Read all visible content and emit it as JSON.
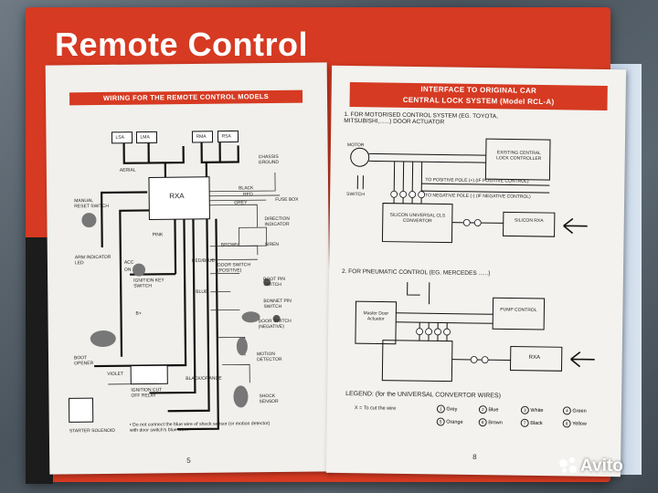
{
  "box": {
    "title": "Remote Control"
  },
  "left_page": {
    "heading": "WIRING FOR THE REMOTE CONTROL MODELS",
    "page_number": "5",
    "labels": {
      "lsa": "LSA",
      "lma": "LMA",
      "rma": "RMA",
      "rsa": "RSA",
      "aerial": "AERIAL",
      "rxa": "RXA",
      "chassis": "CHASSIS GROUND",
      "manual_reset": "MANUAL RESET SWITCH",
      "arm_led": "ARM INDICATOR LED",
      "ignition": "IGNITION KEY SWITCH",
      "acc": "ACC",
      "on": "ON",
      "siren": "SIREN",
      "boot_pin": "BOOT PIN SWITCH",
      "bonnet_pin": "BONNET PIN SWITCH",
      "door_switch_pos": "DOOR SWITCH (POSITIVE)",
      "door_switch_neg": "DOOR SWITCH (NEGATIVE)",
      "direction": "DIRECTION INDICATOR",
      "fuse": "FUSE BOX",
      "boot_opener": "BOOT OPENER",
      "ignition_relay": "IGNITION CUT OFF RELAY",
      "starter": "STARTER SOLENOID",
      "motion": "MOTION DETECTOR",
      "shock": "SHOCK SENSOR",
      "black": "BLACK",
      "red": "RED",
      "grey": "GREY",
      "blue": "BLUE",
      "brown": "BROWN",
      "violet": "VIOLET",
      "black_orange": "BLACK/ORANGE",
      "pink": "PINK",
      "red_blue": "RED/BLUE",
      "b_plus": "B+"
    },
    "note": "• Do not connect the blue wire of shock sensor (or motion detector) with door switch's blue wire."
  },
  "right_page": {
    "heading_line1": "INTERFACE TO ORIGINAL CAR",
    "heading_line2": "CENTRAL LOCK SYSTEM (Model RCL-A)",
    "section1": "1. FOR MOTORISED CONTROL SYSTEM (EG. TOYOTA, MITSUBISHI,......) DOOR ACTUATOR",
    "motor": "MOTOR",
    "switch": "SWITCH",
    "existing": "EXISTING CENTRAL LOCK CONTROLLER",
    "to_positive": "TO POSITIVE POLE (+) (IF POSITIVE CONTROL)",
    "to_negative": "TO NEGATIVE POLE (-) (IF NEGATIVE CONTROL)",
    "convertor": "SILICON UNIVERSAL CLS CONVERTOR",
    "silicon_rxa": "SILICON RXA",
    "section2": "2. FOR PNEUMATIC CONTROL (EG. MERCEDES ......)",
    "master_door": "Master Door Actuator",
    "pump": "PUMP CONTROL",
    "rxa": "RXA",
    "legend": "LEGEND: (for the UNIVERSAL CONVERTOR WIRES)",
    "cut_note": "X = To cut the wire",
    "colors": [
      {
        "n": "1",
        "name": "Grey"
      },
      {
        "n": "2",
        "name": "Blue"
      },
      {
        "n": "3",
        "name": "White"
      },
      {
        "n": "4",
        "name": "Green"
      },
      {
        "n": "5",
        "name": "Orange"
      },
      {
        "n": "6",
        "name": "Brown"
      },
      {
        "n": "7",
        "name": "Black"
      },
      {
        "n": "8",
        "name": "Yellow"
      }
    ],
    "page_number": "8"
  },
  "watermark": {
    "text": "Avito"
  }
}
